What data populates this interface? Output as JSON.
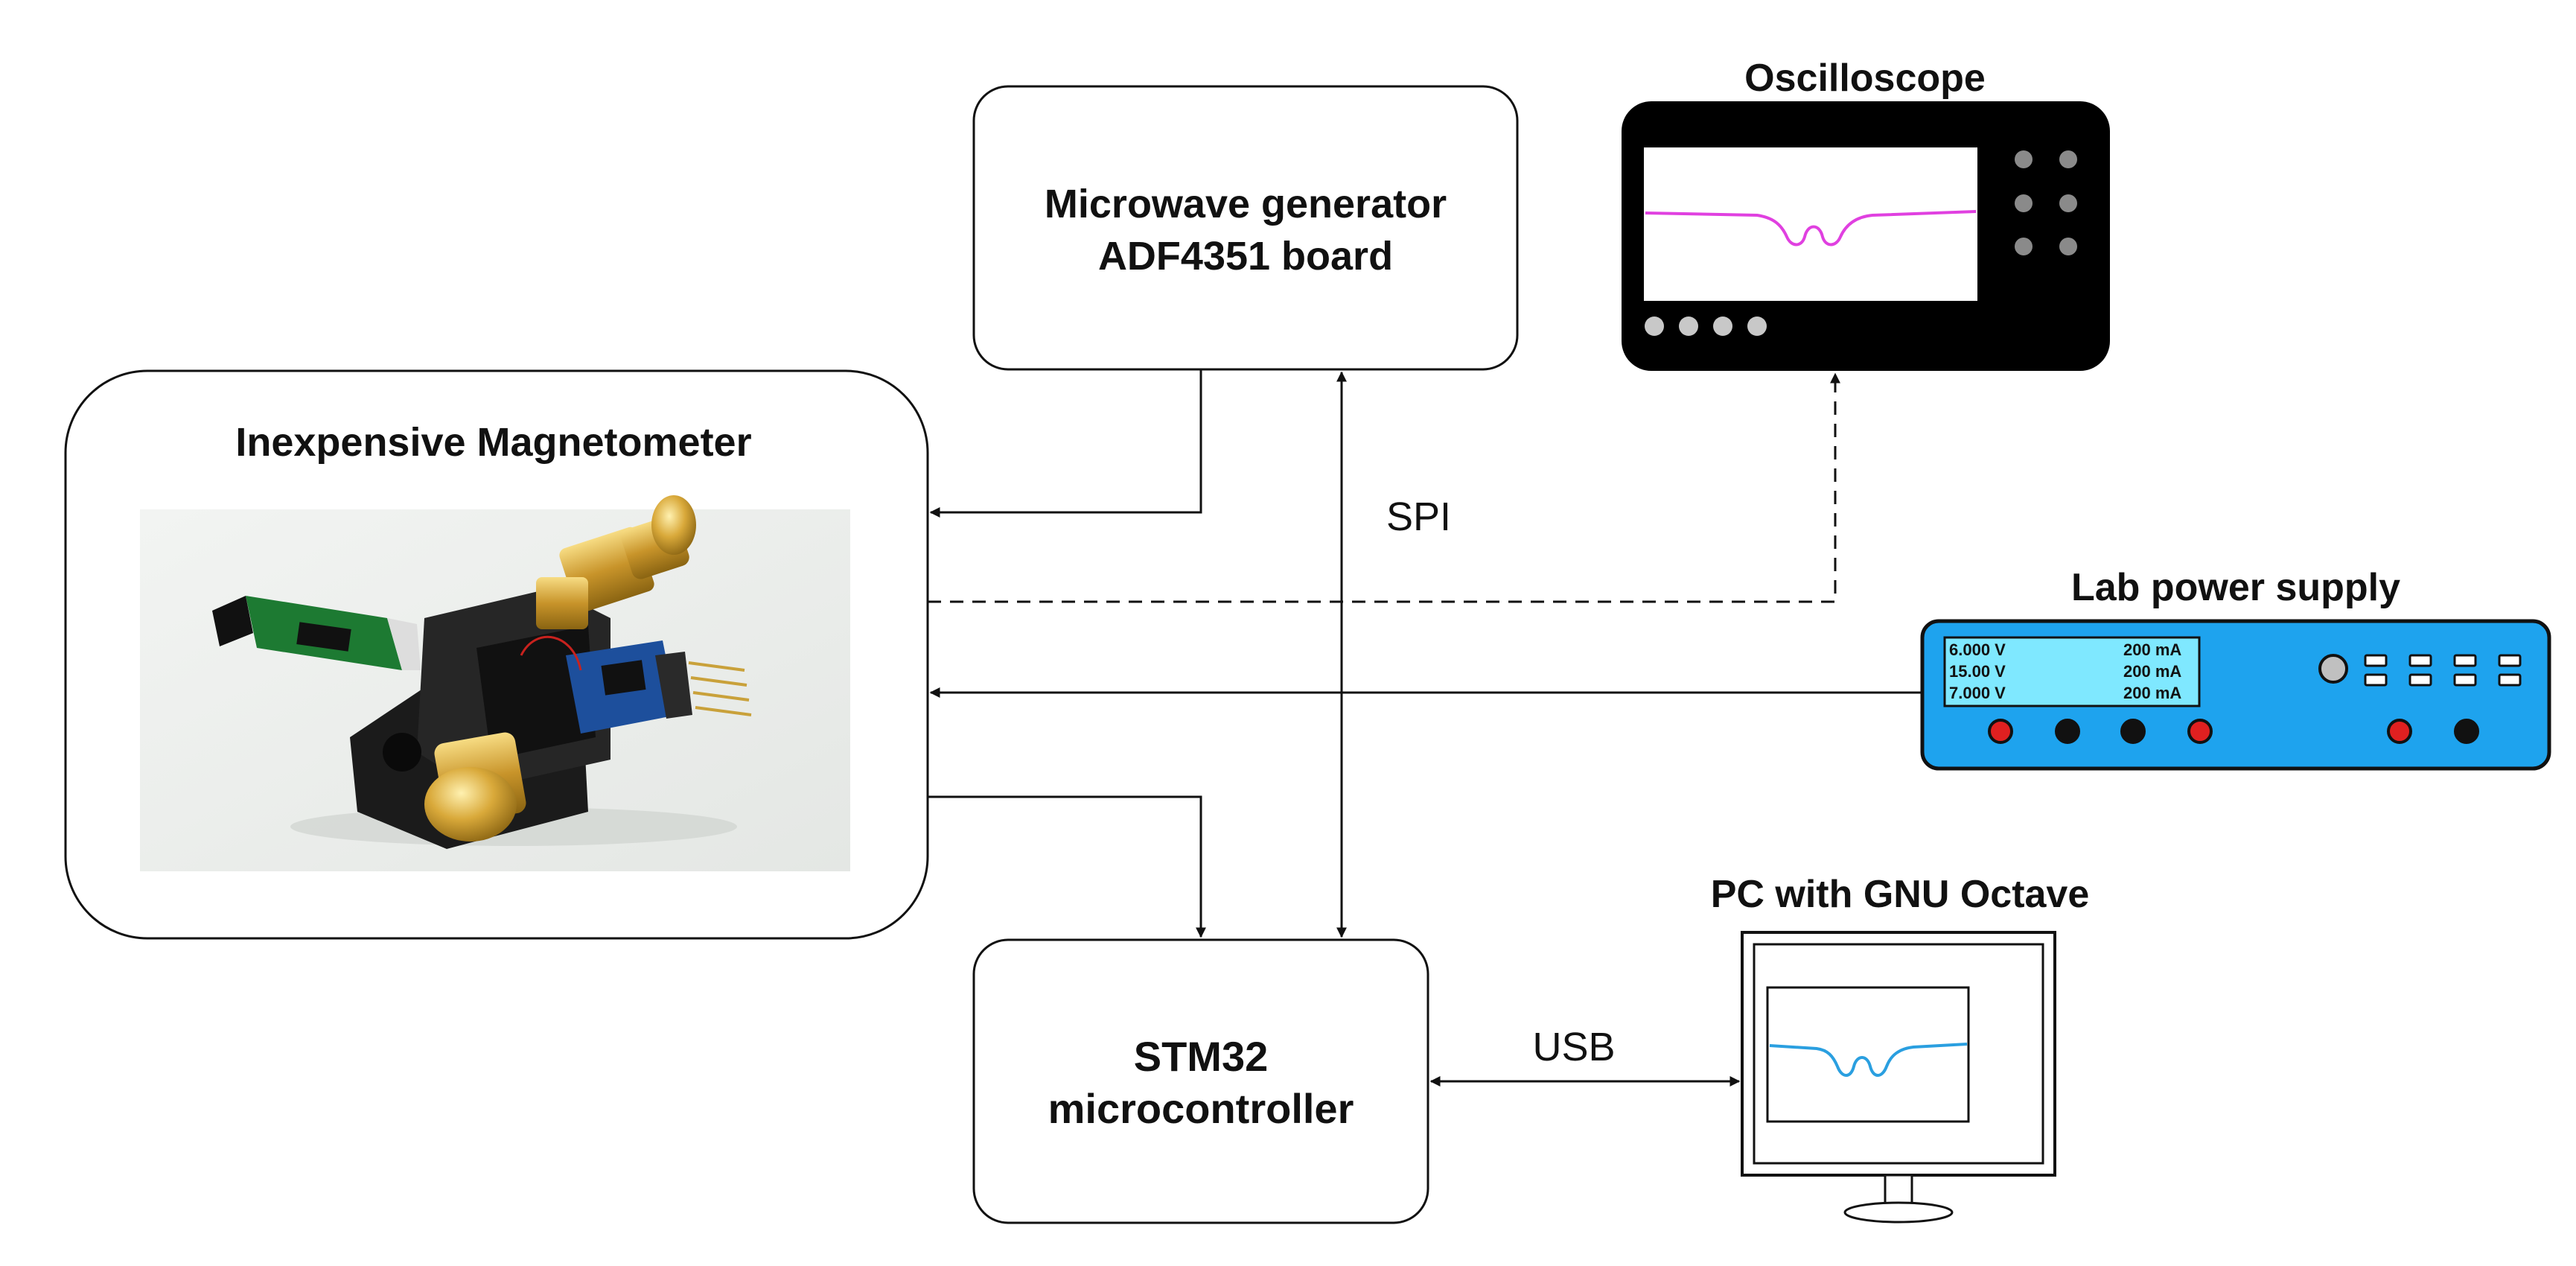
{
  "blocks": {
    "microwave_generator": {
      "line1": "Microwave generator",
      "line2": "ADF4351 board"
    },
    "magnetometer": {
      "label": "Inexpensive Magnetometer"
    },
    "stm32": {
      "line1": "STM32",
      "line2": "microcontroller"
    }
  },
  "devices": {
    "oscilloscope": {
      "label": "Oscilloscope",
      "trace_color": "#e040e0"
    },
    "power_supply": {
      "label": "Lab power supply",
      "screen_color": "#7fe8ff",
      "body_color": "#1ea3ee",
      "rows": [
        {
          "voltage": "6.000 V",
          "current": "200 mA"
        },
        {
          "voltage": "15.00 V",
          "current": "200 mA"
        },
        {
          "voltage": "7.000 V",
          "current": "200 mA"
        }
      ]
    },
    "pc": {
      "label": "PC with GNU Octave",
      "trace_color": "#2a9fe0"
    }
  },
  "links": {
    "spi": "SPI",
    "usb": "USB"
  }
}
